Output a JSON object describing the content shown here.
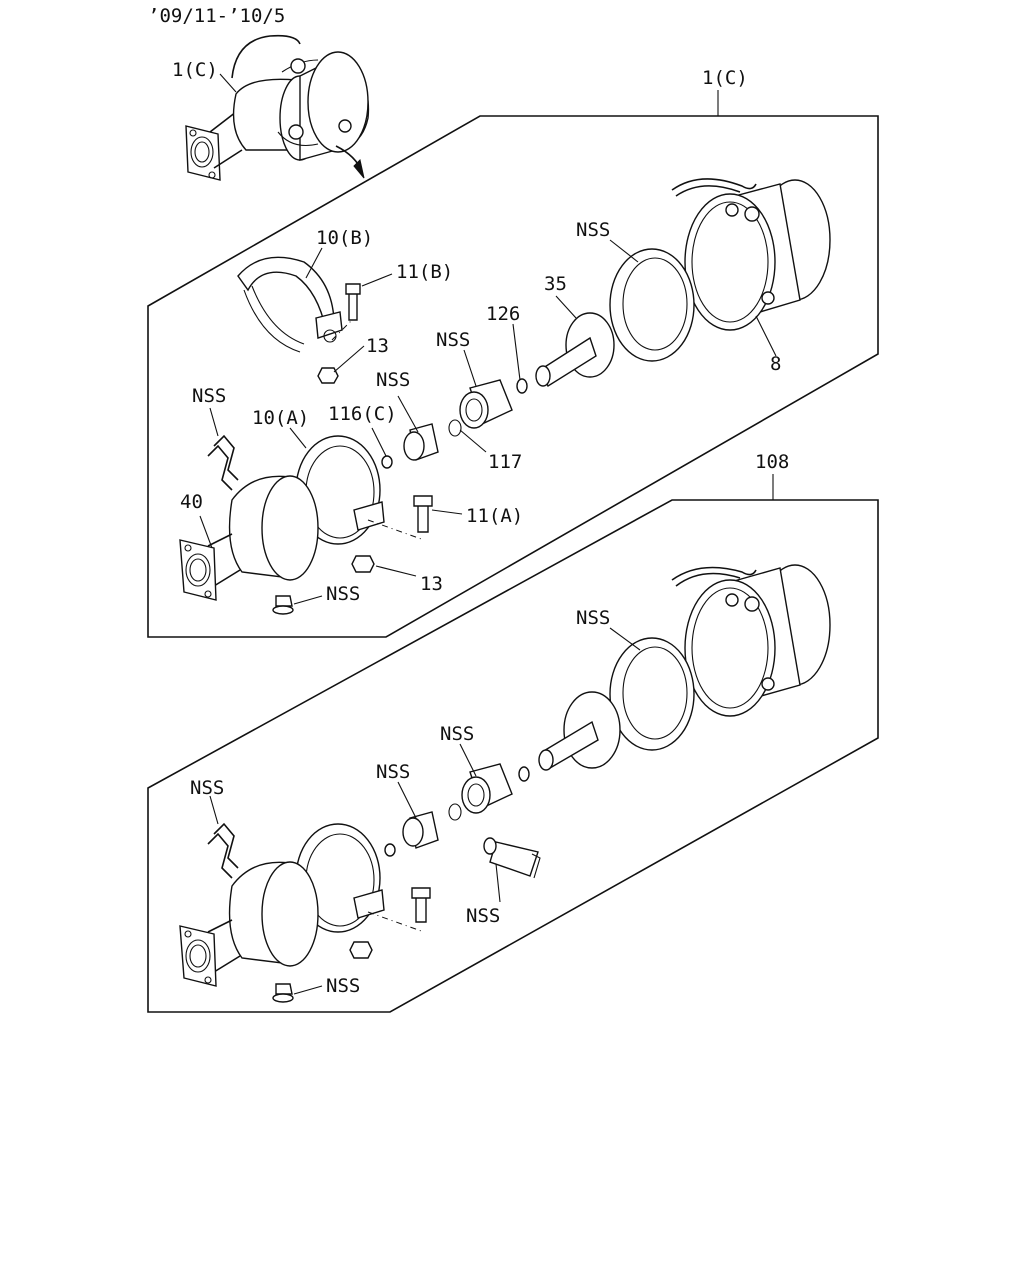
{
  "header": {
    "date_range": "’09/11-’10/5"
  },
  "callouts": {
    "top_assembly": "1(C)",
    "box1_title": "1(C)",
    "box2_title": "108",
    "p10b": "10(B)",
    "p11b": "11(B)",
    "p13_upper": "13",
    "p126": "126",
    "p35": "35",
    "nss_gasket1": "NSS",
    "p8": "8",
    "nss_bushing1": "NSS",
    "nss_sleeve1": "NSS",
    "nss_shim1": "NSS",
    "p10a": "10(A)",
    "p116c": "116(C)",
    "p117": "117",
    "p40": "40",
    "p11a": "11(A)",
    "p13_lower": "13",
    "nss_nut1": "NSS",
    "nss_gasket2": "NSS",
    "nss_bushing2": "NSS",
    "nss_sleeve2": "NSS",
    "nss_shim2": "NSS",
    "nss_plug2": "NSS",
    "nss_nut2": "NSS"
  }
}
